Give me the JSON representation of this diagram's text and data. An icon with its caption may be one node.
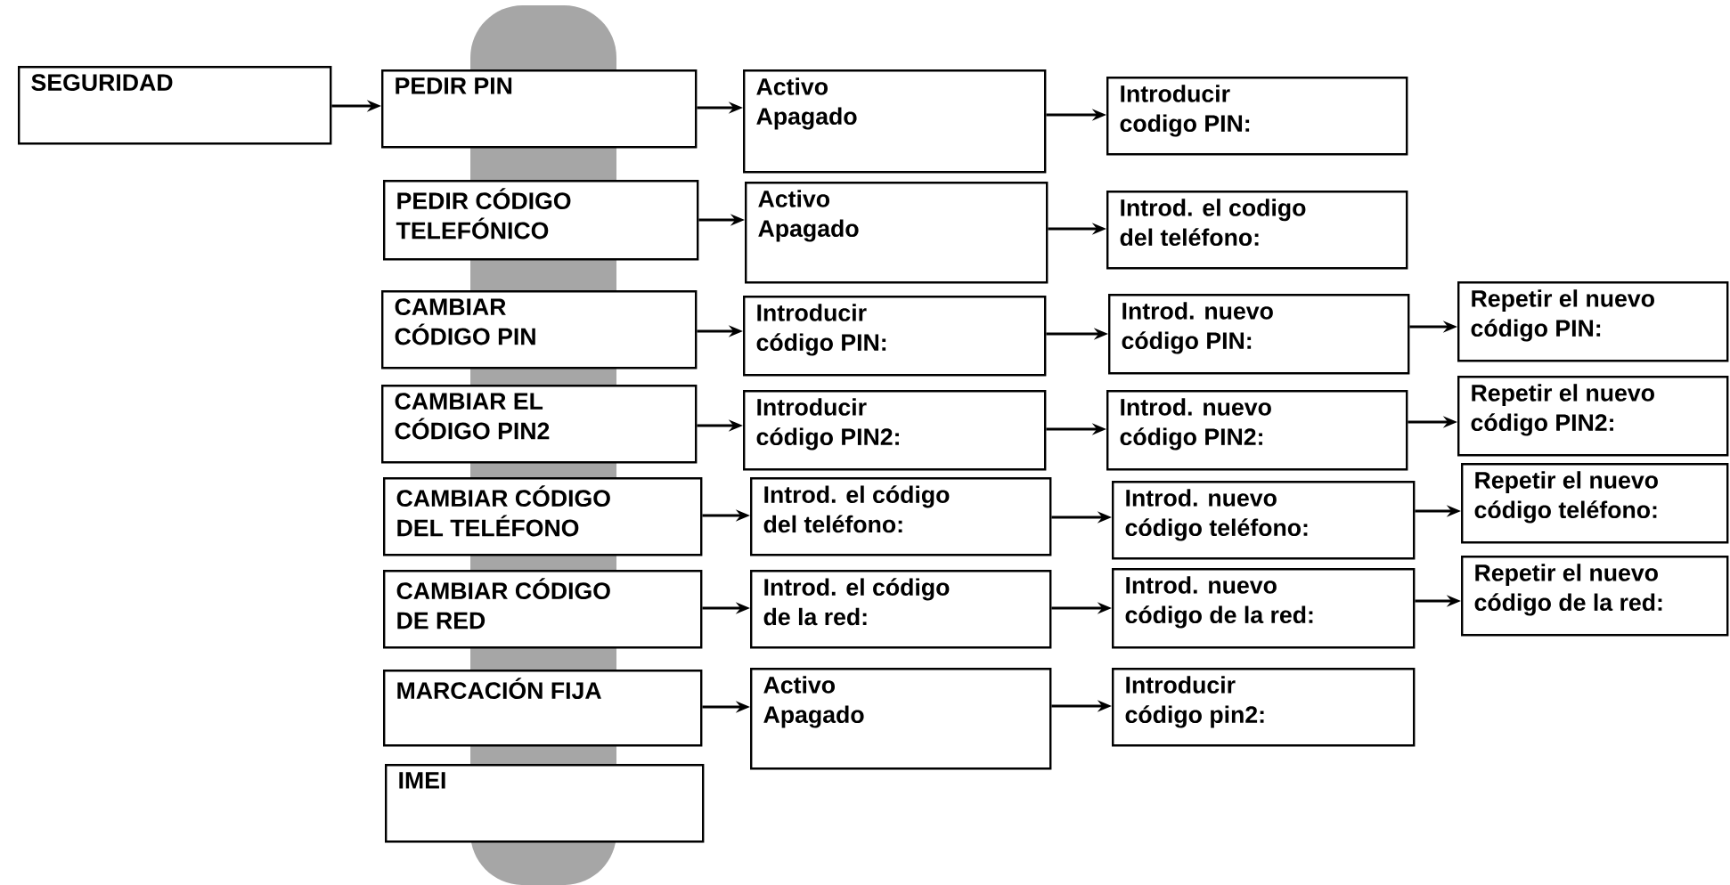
{
  "diagram": {
    "nodes": [
      {
        "text": [
          "SEGURIDAD"
        ]
      },
      {
        "text": [
          "PEDIR PIN"
        ]
      },
      {
        "text": [
          "PEDIR CÓDIGO TELEFÓNICO"
        ]
      },
      {
        "text": [
          "CAMBIAR CÓDIGO PIN"
        ]
      },
      {
        "text": [
          "CAMBIAR EL CÓDIGO PIN2"
        ]
      },
      {
        "text": [
          "CAMBIAR CÓDIGO DEL TELÉFONO"
        ]
      },
      {
        "text": [
          "CAMBIAR CÓDIGO DE RED"
        ]
      },
      {
        "text": [
          "MARCACIÓN FIJA"
        ]
      },
      {
        "text": [
          "IMEI"
        ]
      },
      {
        "text": [
          "Activo Apagado"
        ]
      },
      {
        "text": [
          "Activo Apagado"
        ]
      },
      {
        "text": [
          "Introducir código PIN:"
        ]
      },
      {
        "text": [
          "Introducir código PIN2:"
        ]
      },
      {
        "text": [
          "Introd. el código del teléfono:"
        ]
      },
      {
        "text": [
          "Introd. el código de la red:"
        ]
      },
      {
        "text": [
          "Activo Apagado"
        ]
      },
      {
        "text": [
          "Introducir codigo PIN:"
        ]
      },
      {
        "text": [
          "Introd. el codigo del teléfono:"
        ]
      },
      {
        "text": [
          "Introd. nuevo código PIN:"
        ]
      },
      {
        "text": [
          "Introd. nuevo código PIN2:"
        ]
      },
      {
        "text": [
          "Introd. nuevo código teléfono:"
        ]
      },
      {
        "text": [
          "Introd. nuevo código de la red:"
        ]
      },
      {
        "text": [
          "Introducir código pin2:"
        ]
      },
      {
        "text": [
          "Repetir el nuevo código PIN:"
        ]
      },
      {
        "text": [
          "Repetir el nuevo código PIN2:"
        ]
      },
      {
        "text": [
          "Repetir el nuevo código teléfono:"
        ]
      },
      {
        "text": [
          "Repetir el nuevo código de la red:"
        ]
      }
    ],
    "edges": [
      {
        "from": 0,
        "to": 1,
        "arrow": "to"
      },
      {
        "from": 1,
        "to": 9,
        "arrow": "to"
      },
      {
        "from": 2,
        "to": 10,
        "arrow": "to"
      },
      {
        "from": 3,
        "to": 11,
        "arrow": "to"
      },
      {
        "from": 4,
        "to": 12,
        "arrow": "to"
      },
      {
        "from": 5,
        "to": 13,
        "arrow": "to"
      },
      {
        "from": 6,
        "to": 14,
        "arrow": "to"
      },
      {
        "from": 7,
        "to": 15,
        "arrow": "to"
      },
      {
        "from": 9,
        "to": 16,
        "arrow": "to"
      },
      {
        "from": 10,
        "to": 17,
        "arrow": "to"
      },
      {
        "from": 11,
        "to": 18,
        "arrow": "to"
      },
      {
        "from": 12,
        "to": 19,
        "arrow": "to"
      },
      {
        "from": 13,
        "to": 20,
        "arrow": "to"
      },
      {
        "from": 14,
        "to": 21,
        "arrow": "to"
      },
      {
        "from": 15,
        "to": 22,
        "arrow": "to"
      },
      {
        "from": 18,
        "to": 23,
        "arrow": "to"
      },
      {
        "from": 19,
        "to": 24,
        "arrow": "to"
      },
      {
        "from": 20,
        "to": 25,
        "arrow": "to"
      },
      {
        "from": 21,
        "to": 26,
        "arrow": "to"
      }
    ]
  }
}
